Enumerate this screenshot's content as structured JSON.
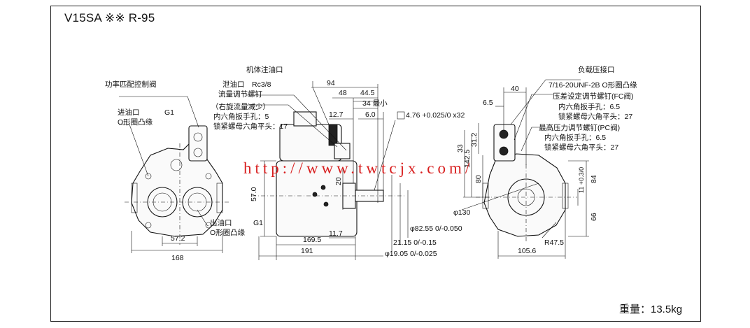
{
  "title": "V15SA ※※ R-95",
  "weight": "重量：13.5kg",
  "watermark": "http://www.twtcjx.com/",
  "labels": {
    "power_control_valve": "功率匹配控制阀",
    "inlet": "进油口",
    "inlet_size": "G1",
    "inlet_flange": "O形圈凸缘",
    "outlet": "出油口",
    "outlet_size": "G1",
    "outlet_flange": "O形圈凸缘",
    "body_fill_port": "机体注油口",
    "drain_port": "泄油口",
    "drain_size": "Rc3/8",
    "flow_adjust_screw": "流量调节螺钉",
    "flow_note": "（右旋流量减少）",
    "flow_hex": "内六角扳手孔：5",
    "flow_nut": "锁紧螺母六角平头：17",
    "load_port": "负载压接口",
    "load_port_spec": "7/16-20UNF-2B O形圈凸缘",
    "diff_screw": "压差设定调节螺钉(FC阀)",
    "diff_hex": "内六角扳手孔：6.5",
    "diff_nut": "锁紧螺母六角平头：27",
    "max_screw": "最高压力调节螺钉(PC阀)",
    "max_hex": "内六角扳手孔：6.5",
    "max_nut": "锁紧螺母六角平头：27"
  },
  "dimensions": {
    "d94": "94",
    "d48": "48",
    "d44_5": "44.5",
    "d34": "34 最小",
    "d12_7": "12.7",
    "d6_0": "6.0",
    "key": "4.76 +0.025/0 x32",
    "d57_0": "57.0",
    "d20": "20",
    "d82_55": "φ82.55 0/-0.050",
    "d21_15": "21.15 0/-0.15",
    "d19_05": "φ19.05 0/-0.025",
    "d169_5": "169.5",
    "d11_7": "11.7",
    "d191": "191",
    "d57_2": "57.2",
    "d168": "168",
    "d40": "40",
    "d6_5": "6.5",
    "d31_2": "31.2",
    "d33": "33",
    "d142_5": "142.5",
    "d80": "80",
    "d11": "11 +0.3/0",
    "d84": "84",
    "d66": "66",
    "d130": "φ130",
    "r47_5": "R47.5",
    "d105_6": "105.6"
  }
}
